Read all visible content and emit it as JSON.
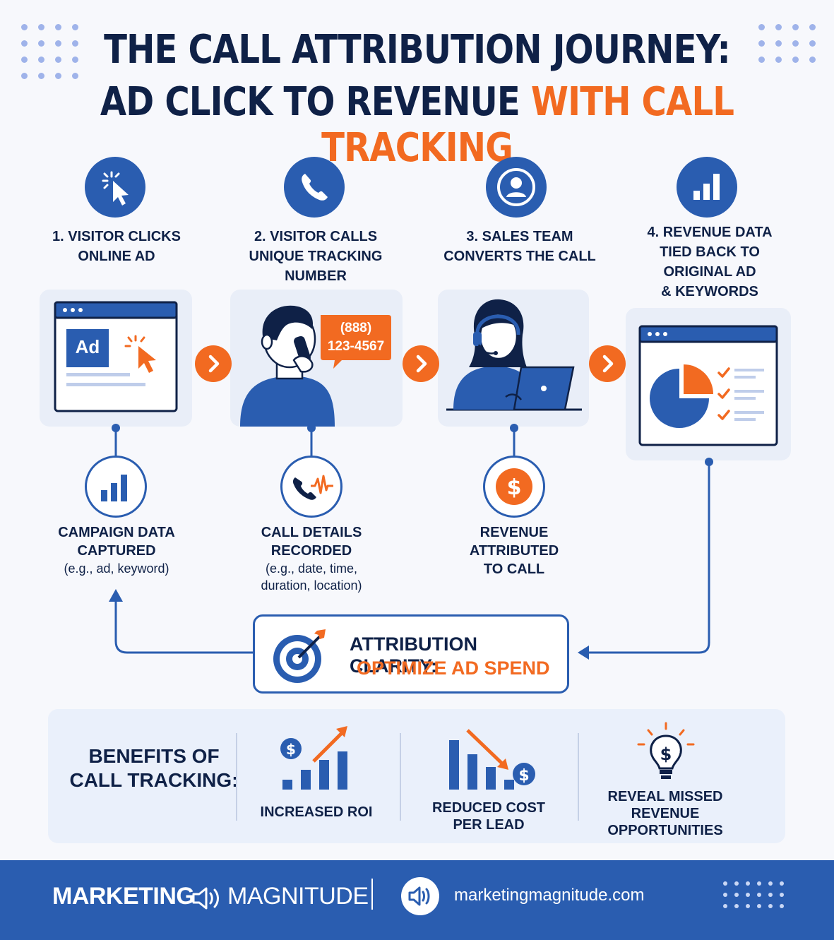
{
  "title": {
    "line1": "THE CALL ATTRIBUTION JOURNEY:",
    "line2_main": "AD CLICK TO REVENUE ",
    "line2_accent": "WITH CALL TRACKING"
  },
  "steps": [
    {
      "label": "1. VISITOR CLICKS\nONLINE AD",
      "icon": "cursor-click-icon",
      "card_text": "Ad"
    },
    {
      "label": "2. VISITOR CALLS\nUNIQUE TRACKING\nNUMBER",
      "icon": "phone-icon",
      "phone_number_line1": "(888)",
      "phone_number_line2": "123-4567"
    },
    {
      "label": "3. SALES TEAM\nCONVERTS THE CALL",
      "icon": "user-icon"
    },
    {
      "label": "4. REVENUE DATA\nTIED BACK TO\nORIGINAL AD\n& KEYWORDS",
      "icon": "bar-chart-icon"
    }
  ],
  "sub_items": [
    {
      "title": "CAMPAIGN DATA\nCAPTURED",
      "desc": "(e.g., ad, keyword)",
      "icon": "bar-chart-icon"
    },
    {
      "title": "CALL DETAILS\nRECORDED",
      "desc": "(e.g., date, time,\nduration, location)",
      "icon": "phone-waveform-icon"
    },
    {
      "title": "REVENUE\nATTRIBUTED\nTO CALL",
      "desc": "",
      "icon": "dollar-icon"
    }
  ],
  "clarity": {
    "line1": "ATTRIBUTION CLARITY:",
    "line2": "OPTIMIZE AD SPEND",
    "icon": "target-arrow-icon"
  },
  "benefits": {
    "title": "BENEFITS OF\nCALL TRACKING:",
    "items": [
      {
        "label": "INCREASED ROI",
        "icon": "growth-chart-icon"
      },
      {
        "label": "REDUCED COST\nPER LEAD",
        "icon": "decline-chart-icon"
      },
      {
        "label": "REVEAL MISSED\nREVENUE\nOPPORTUNITIES",
        "icon": "lightbulb-dollar-icon"
      }
    ]
  },
  "footer": {
    "brand_bold": "MARKETING",
    "brand_light": "MAGNITUDE",
    "url": "marketingmagnitude.com"
  },
  "colors": {
    "navy": "#0f2147",
    "blue": "#2a5db0",
    "orange": "#f26a21",
    "card": "#e9eef8",
    "background": "#f7f8fc"
  }
}
